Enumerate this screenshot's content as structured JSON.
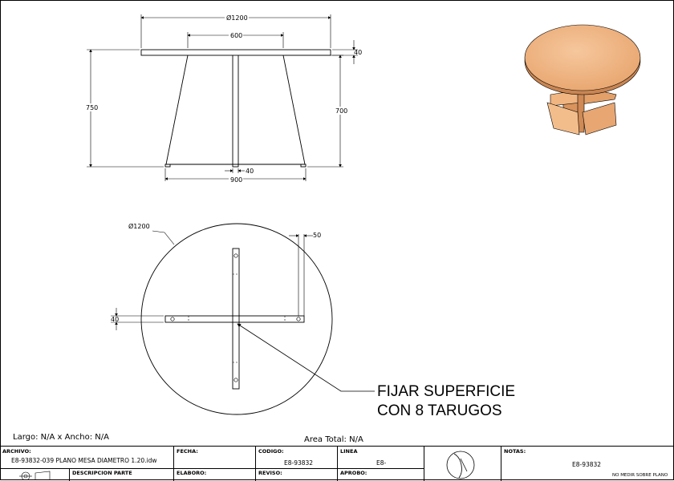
{
  "front_view": {
    "dim_top_diameter": "Ø1200",
    "dim_base_top": "600",
    "dim_top_thickness": "40",
    "dim_total_height": "750",
    "dim_leg_height": "700",
    "dim_center_width": "40",
    "dim_base_width": "900"
  },
  "top_view": {
    "dim_diameter": "Ø1200",
    "dim_slot_offset": "50",
    "dim_slot_width": "40"
  },
  "note": {
    "line1": "FIJAR SUPERFICIE",
    "line2": "CON 8 TARUGOS"
  },
  "info": {
    "size": "Largo: N/A x Ancho: N/A",
    "area": "Area Total: N/A"
  },
  "title_block": {
    "archivo_label": "ARCHIVO:",
    "archivo_value": "E8-93832-039 PLANO MESA DIAMETRO 1.20.idw",
    "descripcion_label": "DESCRIPCION PARTE",
    "fecha_label": "FECHA:",
    "elaboro_label": "ELABORO:",
    "codigo_label": "CODIGO:",
    "codigo_value": "E8-93832",
    "reviso_label": "REVISO:",
    "linea_label": "LINEA",
    "linea_value": "E8-",
    "aprobo_label": "APROBO:",
    "notas_label": "NOTAS:",
    "notas_value": "E8-93832",
    "warning": "NO MEDIR SOBRE PLANO"
  },
  "colors": {
    "wood_light": "#f1b98a",
    "wood_mid": "#e5a06b",
    "wood_dark": "#c98552",
    "line": "#000000"
  }
}
